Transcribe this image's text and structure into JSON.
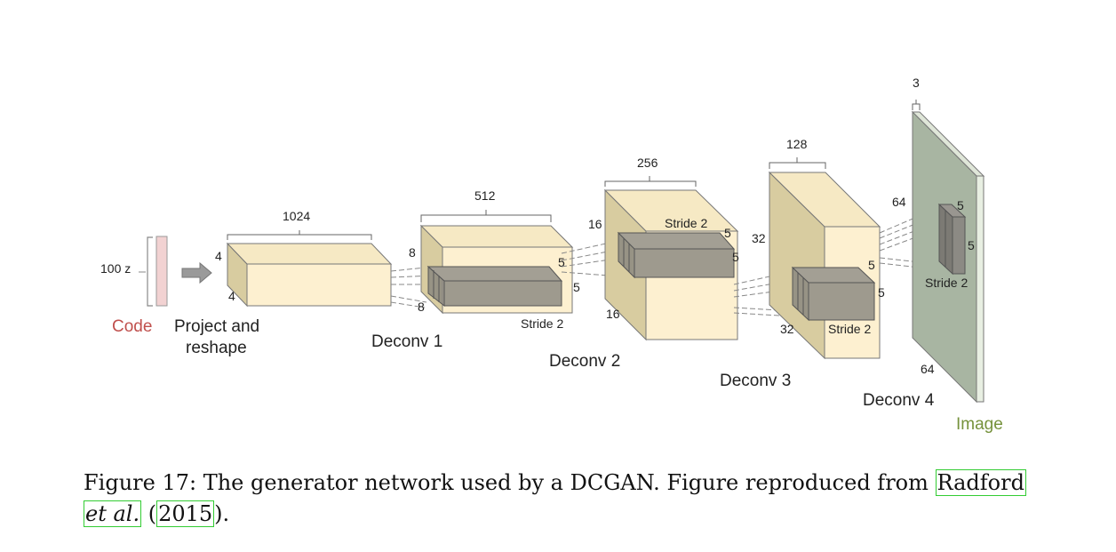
{
  "diagram": {
    "code": {
      "dim": "100 z",
      "label": "Code"
    },
    "project": {
      "label_line1": "Project and",
      "label_line2": "reshape",
      "depth": "1024",
      "height": "4",
      "width": "4"
    },
    "deconv1": {
      "label": "Deconv 1",
      "depth": "512",
      "height": "8",
      "width": "8",
      "kernel_h": "5",
      "kernel_w": "5",
      "stride": "Stride 2"
    },
    "deconv2": {
      "label": "Deconv 2",
      "depth": "256",
      "height": "16",
      "width": "16",
      "kernel_h": "5",
      "kernel_w": "5",
      "stride": "Stride 2"
    },
    "deconv3": {
      "label": "Deconv 3",
      "depth": "128",
      "height": "32",
      "width": "32",
      "kernel_h": "5",
      "kernel_w": "5",
      "stride": "Stride 2"
    },
    "deconv4": {
      "label": "Deconv 4",
      "depth": "3",
      "height": "64",
      "width": "64",
      "kernel_h": "5",
      "kernel_w": "5",
      "stride": "Stride 2"
    },
    "image": {
      "label": "Image"
    }
  },
  "colors": {
    "code": "#c0504d",
    "image": "#76923c",
    "block": "#fdf0d0",
    "kernel": "#8c8880",
    "output": "#a8b5a2"
  },
  "caption": {
    "prefix": "Figure 17:  The generator network used by a DCGAN. Figure reproduced from ",
    "cite_author": "Radford",
    "cite_etal": "et al.",
    "open_paren": " (",
    "cite_year": "2015",
    "suffix": ")."
  }
}
